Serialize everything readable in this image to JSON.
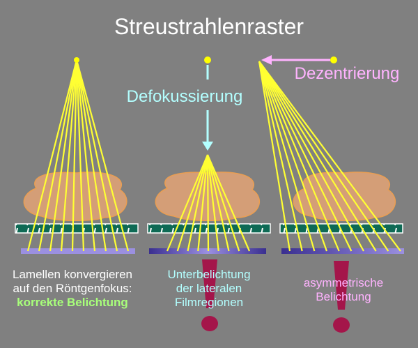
{
  "title": "Streustrahlenraster",
  "labels": {
    "defocusing": "Defokussierung",
    "decentering": "Dezentrierung"
  },
  "captions": {
    "correct": {
      "line1": "Lamellen konvergieren",
      "line2": "auf den Röntgenfokus:",
      "line3": "korrekte Belichtung"
    },
    "defocus": {
      "line1": "Unterbelichtung",
      "line2": "der lateralen",
      "line3": "Filmregionen"
    },
    "decenter": {
      "line1": "asymmetrische",
      "line2": "Belichtung"
    }
  },
  "colors": {
    "background": "#808080",
    "beam": "#ffff33",
    "focus_point": "#ffff00",
    "defocus_arrow": "#b3ffff",
    "decenter_arrow": "#ffb3ff",
    "body": "#d9a077",
    "grid": "#0e6a55",
    "film": "#9b90e0",
    "exclamation": "#a4154a"
  },
  "icons": {
    "warning_mark": "exclamation-icon"
  }
}
